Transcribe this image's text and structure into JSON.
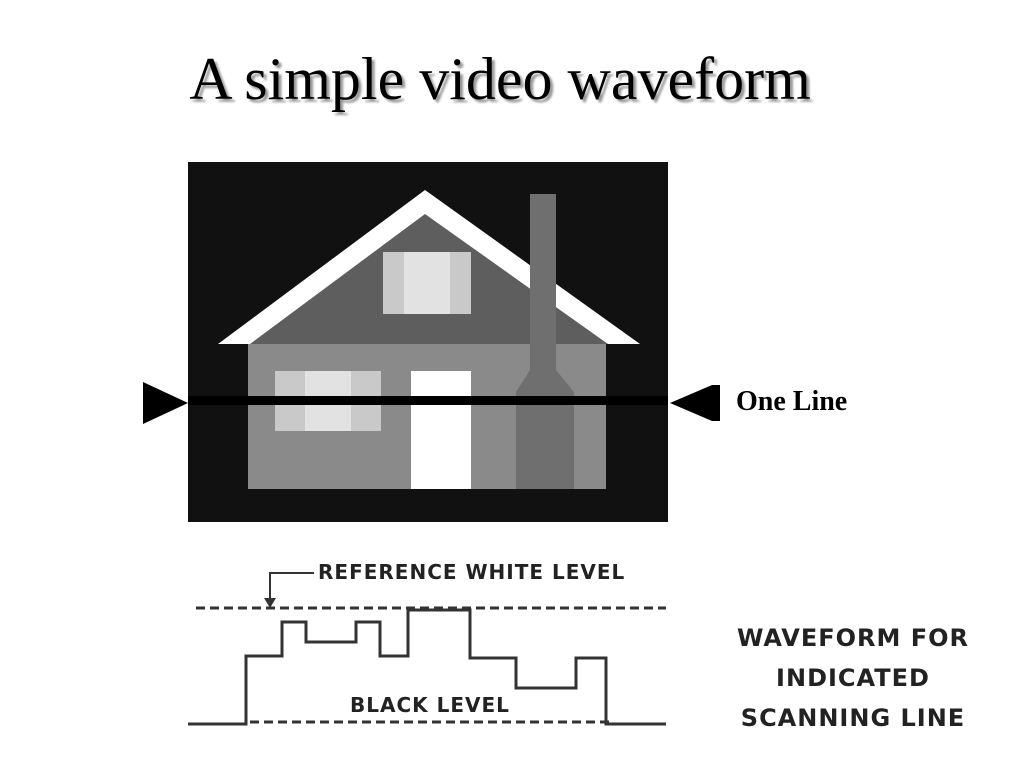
{
  "slide": {
    "title": "A simple video waveform"
  },
  "scene": {
    "scan_line_label": "One Line"
  },
  "waveform": {
    "reference_label": "REFERENCE WHITE LEVEL",
    "black_label": "BLACK LEVEL",
    "caption_lines": [
      "WAVEFORM FOR",
      "INDICATED",
      "SCANNING LINE"
    ]
  },
  "colors": {
    "frame_black": "#111111",
    "house_gray": "#8a8a8a",
    "roof_gray": "#5e5e5e",
    "window_light": "#d8d8d8",
    "chimney_gray": "#6f6f6f",
    "door_white": "#ffffff"
  }
}
